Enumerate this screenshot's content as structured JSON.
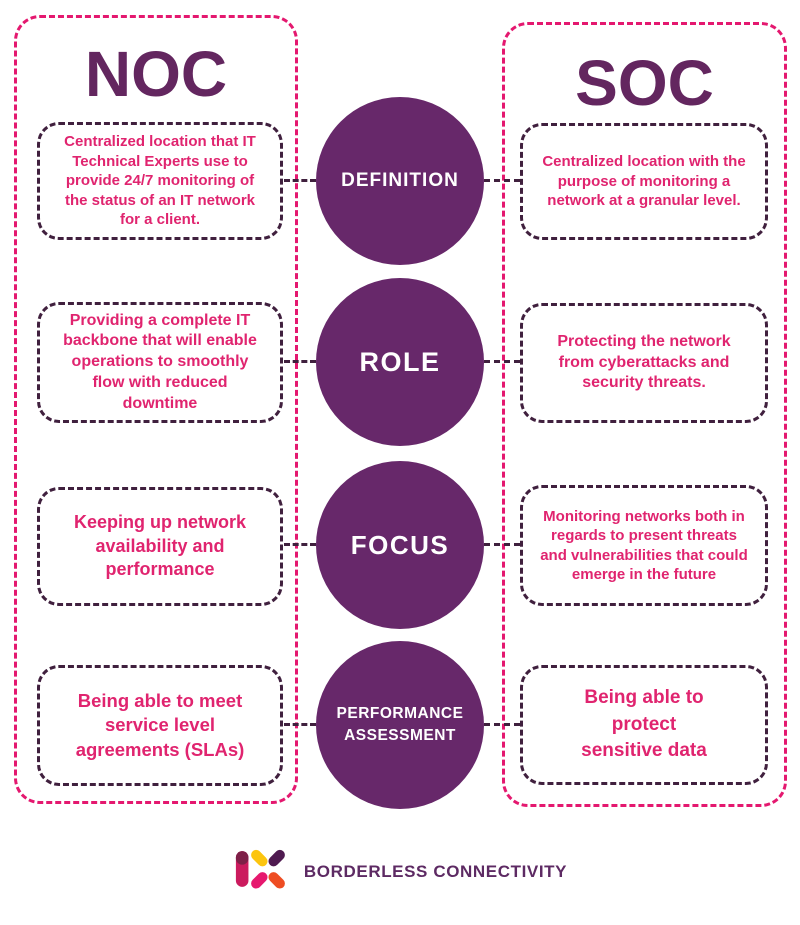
{
  "infographic": {
    "columns": {
      "noc": {
        "title": "NOC"
      },
      "soc": {
        "title": "SOC"
      }
    },
    "rows": [
      {
        "id": "definition",
        "center_label": "DEFINITION",
        "noc_text": "Centralized location that IT Technical Experts use to provide 24/7 monitoring of the status of an IT network for a client.",
        "soc_text": "Centralized location with the purpose of monitoring a network at a granular level."
      },
      {
        "id": "role",
        "center_label": "ROLE",
        "noc_text": "Providing a complete IT backbone that will enable operations to smoothly flow with reduced downtime",
        "soc_text": "Protecting the network from cyberattacks and security threats."
      },
      {
        "id": "focus",
        "center_label": "FOCUS",
        "noc_text": "Keeping up network availability and performance",
        "soc_text": "Monitoring networks both in regards to present threats and vulnerabilities that could emerge in the future"
      },
      {
        "id": "performance-assessment",
        "center_label": "PERFORMANCE ASSESSMENT",
        "noc_text": "Being able to meet service level agreements (SLAs)",
        "soc_text": "Being able to protect sensitive data"
      }
    ],
    "footer": {
      "brand_text": "BORDERLESS CONNECTIVITY",
      "logo_name": "ix-mark"
    },
    "colors": {
      "circle_purple": "#67286a",
      "title_purple": "#63265f",
      "body_pink": "#e0246f",
      "outer_border_pink": "#e4186f",
      "inner_border_dark": "#40203e",
      "brand_purple": "#5d2a63",
      "logo_yellow": "#fcc50f",
      "logo_orange": "#ee4d23",
      "logo_magenta": "#e6186e",
      "logo_dark_purple": "#4f1a50",
      "logo_crimson": "#cb1b5e"
    }
  }
}
